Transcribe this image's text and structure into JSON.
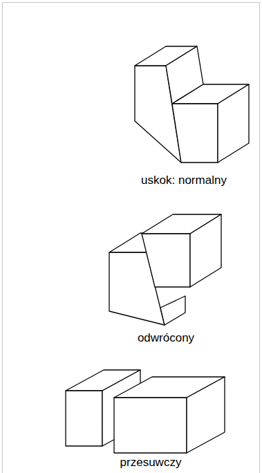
{
  "diagram": {
    "labels": [
      "uskok: normalny",
      "odwrócony",
      "przesuwczy"
    ]
  }
}
